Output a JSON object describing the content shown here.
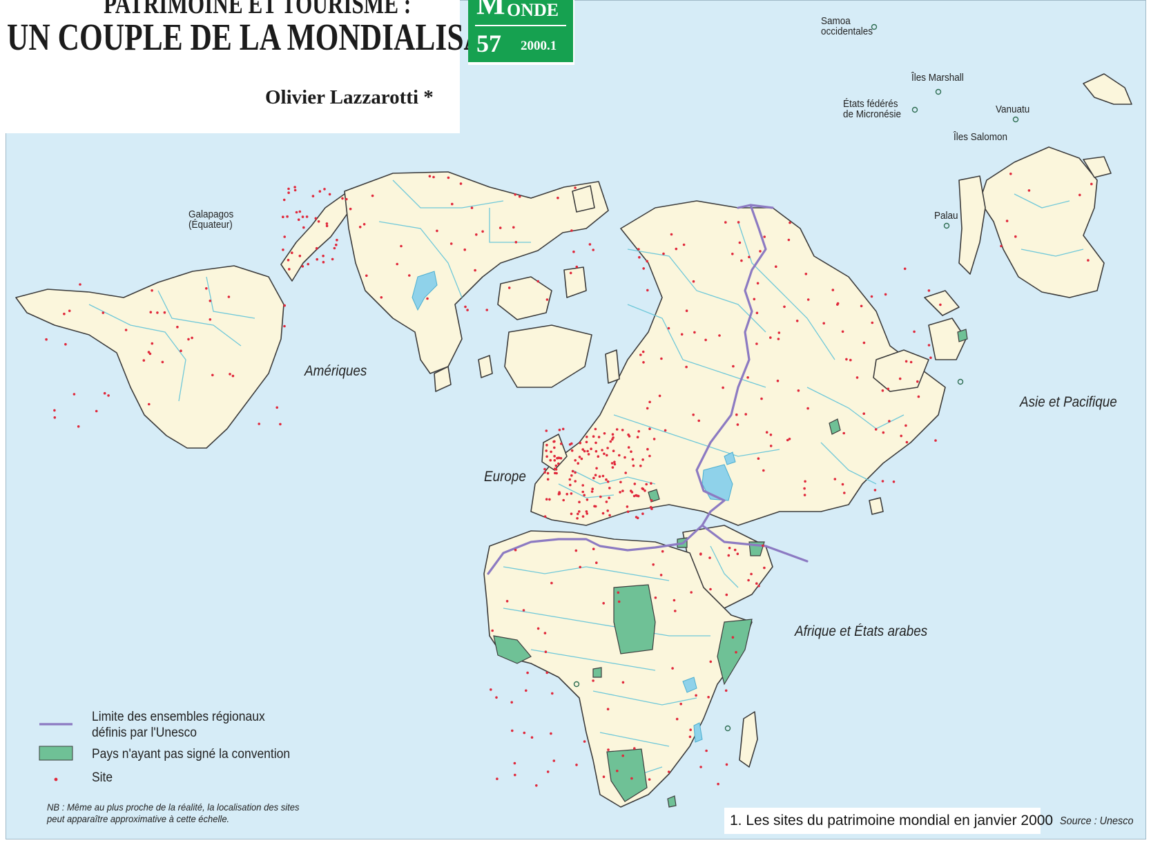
{
  "header": {
    "title_line1": "PATRIMOINE ET TOURISME :",
    "title_line2": "UN COUPLE DE LA MONDIALISATION",
    "author": "Olivier Lazzarotti *"
  },
  "badge": {
    "initial": "M",
    "word": "ONDE",
    "issue": "57",
    "year": "2000.1"
  },
  "place_labels": {
    "samoa": "Samoa\noccidentales",
    "marshall": "Îles Marshall",
    "micronesia": "États fédérés\nde Micronésie",
    "vanuatu": "Vanuatu",
    "solomon": "Îles Salomon",
    "palau": "Palau",
    "galapagos": "Galapagos\n(Équateur)"
  },
  "regions": {
    "ameriques": "Amériques",
    "europe": "Europe",
    "asie_pacifique": "Asie et Pacifique",
    "afrique_arabes": "Afrique et États arabes"
  },
  "legend": {
    "boundary": "Limite des ensembles régionaux\ndéfinis par l'Unesco",
    "not_signed": "Pays n'ayant pas signé la convention",
    "site": "Site"
  },
  "note": "NB : Même au plus proche de la réalité, la localisation des sites\npeut apparaître approximative à cette échelle.",
  "caption": "1. Les sites du patrimoine mondial en janvier 2000",
  "source": "Source : Unesco",
  "colors": {
    "ocean": "#d6ecf7",
    "land": "#fbf6dc",
    "border": "#6ec8d9",
    "not_signed": "#6fc196",
    "site": "#e0283b",
    "boundary": "#8c7ac2",
    "badge": "#16a150"
  }
}
